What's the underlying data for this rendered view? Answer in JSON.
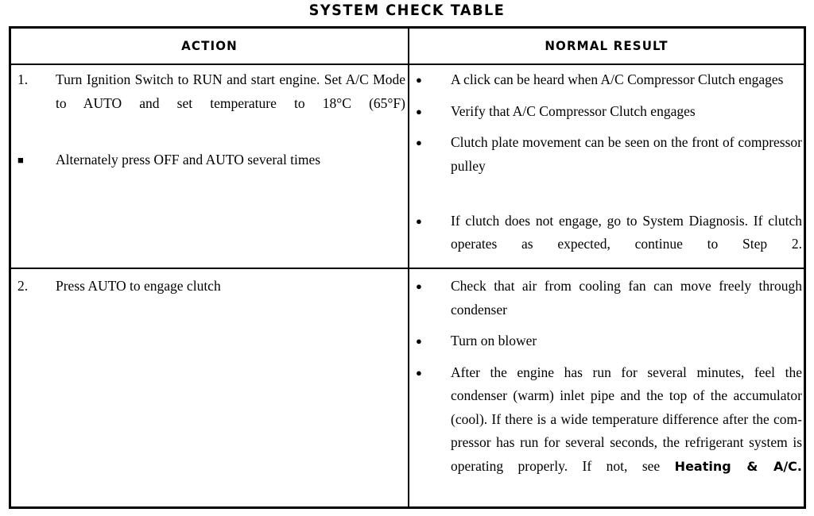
{
  "document": {
    "title": "SYSTEM CHECK TABLE"
  },
  "table": {
    "headers": {
      "action": "ACTION",
      "result": "NORMAL RESULT"
    },
    "rows": [
      {
        "action_items": [
          {
            "marker": "1.",
            "marker_type": "number",
            "text": "Turn Ignition Switch to RUN and start en­gine. Set A/C Mode to AUTO and set tem­perature to 18°C (65°F)"
          },
          {
            "marker": "■",
            "marker_type": "bullet",
            "text": "Alternately press OFF and AUTO several times"
          }
        ],
        "result_items": [
          {
            "marker": "●",
            "marker_type": "bullet",
            "text": "A click can be heard when A/C Compressor Clutch engages"
          },
          {
            "marker": "●",
            "marker_type": "bullet",
            "text": "Verify that A/C Compressor Clutch engages"
          },
          {
            "marker": "●",
            "marker_type": "bullet",
            "text": "Clutch plate movement can be seen on the front of compressor pulley"
          },
          {
            "marker": "●",
            "marker_type": "bullet",
            "text": "If clutch does not engage, go to System Diag­nosis. If clutch operates as expected, contin­ue to Step 2."
          }
        ]
      },
      {
        "action_items": [
          {
            "marker": "2.",
            "marker_type": "number",
            "text": "Press AUTO to engage clutch"
          }
        ],
        "result_items": [
          {
            "marker": "●",
            "marker_type": "bullet",
            "text": "Check that air from cooling fan can move freely through condenser"
          },
          {
            "marker": "●",
            "marker_type": "bullet",
            "text": "Turn on blower"
          },
          {
            "marker": "●",
            "marker_type": "bullet",
            "text": "After the engine has run for several minutes, feel the condenser (warm) inlet pipe and the top of the accumulator (cool). If there is a wide temperature difference after the com­pressor has run for several seconds, the re­frigerant system is operating properly. If not, see ",
            "bold_suffix": "Heating & A/C."
          }
        ]
      }
    ]
  },
  "colors": {
    "ink": "#000000",
    "paper": "#ffffff"
  }
}
